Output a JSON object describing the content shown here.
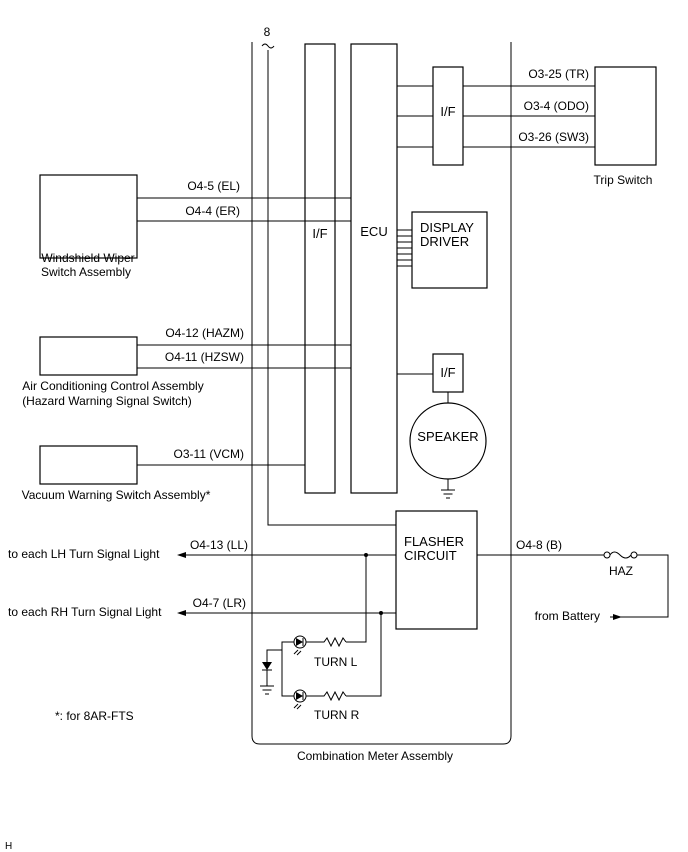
{
  "meter": {
    "name": "Combination Meter Assembly",
    "bus_number": "8",
    "if_main": "I/F",
    "ecu": "ECU",
    "display_driver_line1": "DISPLAY",
    "display_driver_line2": "DRIVER",
    "if_trip": "I/F",
    "if_speaker": "I/F",
    "speaker": "SPEAKER",
    "flasher_line1": "FLASHER",
    "flasher_line2": "CIRCUIT",
    "turn_l": "TURN L",
    "turn_r": "TURN R"
  },
  "components": {
    "trip_switch": "Trip Switch",
    "wiper_line1": "Windshield Wiper",
    "wiper_line2": "Switch Assembly",
    "ac_line1": "Air Conditioning Control Assembly",
    "ac_line2": "(Hazard Warning Signal Switch)",
    "vacuum": "Vacuum Warning Switch Assembly*"
  },
  "pins": {
    "tr": "O3-25 (TR)",
    "odo": "O3-4 (ODO)",
    "sw3": "O3-26 (SW3)",
    "el": "O4-5 (EL)",
    "er": "O4-4 (ER)",
    "hazm": "O4-12 (HAZM)",
    "hzsw": "O4-11 (HZSW)",
    "vcm": "O3-11 (VCM)",
    "ll": "O4-13 (LL)",
    "lr": "O4-7 (LR)",
    "b": "O4-8 (B)"
  },
  "outputs": {
    "lh": "to each LH Turn Signal Light",
    "rh": "to each RH Turn Signal Light",
    "battery": "from Battery",
    "fuse": "HAZ"
  },
  "notes": {
    "footnote": "*: for 8AR-FTS",
    "corner": "H"
  }
}
